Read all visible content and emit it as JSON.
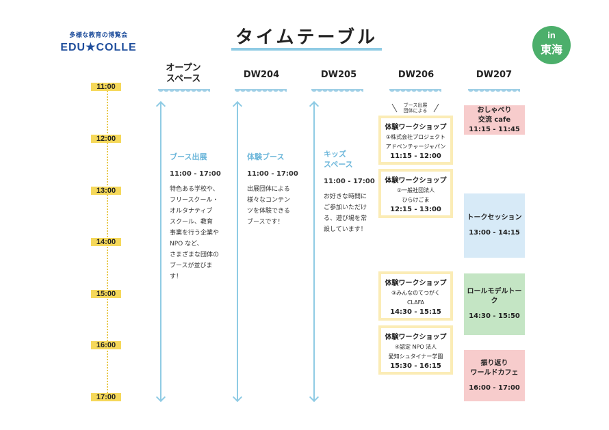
{
  "logo": {
    "sub": "多様な教育の博覧会",
    "main": "EDU★COLLE"
  },
  "title": "タイムテーブル",
  "badge": {
    "in": "in",
    "region": "東海"
  },
  "columns": [
    {
      "line1": "オープン",
      "line2": "スペース"
    },
    {
      "line1": "DW204"
    },
    {
      "line1": "DW205"
    },
    {
      "line1": "DW206"
    },
    {
      "line1": "DW207"
    }
  ],
  "times": [
    "11:00",
    "12:00",
    "13:00",
    "14:00",
    "15:00",
    "16:00",
    "17:00"
  ],
  "open_space": {
    "title": "ブース出展",
    "time": "11:00 - 17:00",
    "desc": [
      "特色ある学校や、",
      "フリースクール・",
      "オルタナティブ",
      "スクール、教育",
      "事業を行う企業や",
      "NPO など、",
      "さまざまな団体の",
      "ブースが並びま",
      "す！"
    ]
  },
  "dw204": {
    "title": "体験ブース",
    "time": "11:00 - 17:00",
    "desc": [
      "出展団体による",
      "様々なコンテン",
      "ツを体験できる",
      "ブースです！"
    ]
  },
  "dw205": {
    "title1": "キッズ",
    "title2": "スペース",
    "time": "11:00 - 17:00",
    "desc": [
      "お好きな時間に",
      "ご参加いただけ",
      "る、遊び場を常",
      "設しています！"
    ]
  },
  "dw206": {
    "note1": "ブース出展",
    "note2": "団体による",
    "workshops": [
      {
        "title": "体験ワークショップ",
        "org1": "①株式会社プロジェクト",
        "org2": "アドベンチャージャパン",
        "time": "11:15 - 12:00"
      },
      {
        "title": "体験ワークショップ",
        "org1": "②一般社団法人",
        "org2": "ひらけごま",
        "time": "12:15 - 13:00"
      },
      {
        "title": "体験ワークショップ",
        "org1": "③みんなのてつがく",
        "org2": "CLAFA",
        "time": "14:30 - 15:15"
      },
      {
        "title": "体験ワークショップ",
        "org1": "④認定 NPO 法人",
        "org2": "愛知シュタイナー学園",
        "time": "15:30 - 16:15"
      }
    ]
  },
  "dw207": [
    {
      "line1": "おしゃべり",
      "line2": "交流 cafe",
      "time": "11:15 - 11:45",
      "color": "#f7cccc"
    },
    {
      "line1": "トークセッション",
      "line2": "",
      "time": "13:00 - 14:15",
      "color": "#d7eaf7"
    },
    {
      "line1": "ロールモデルトーク",
      "line2": "",
      "time": "14:30 - 15:50",
      "color": "#c4e5c4"
    },
    {
      "line1": "振り返り",
      "line2": "ワールドカフェ",
      "time": "16:00 - 17:00",
      "color": "#f7cccc"
    }
  ]
}
